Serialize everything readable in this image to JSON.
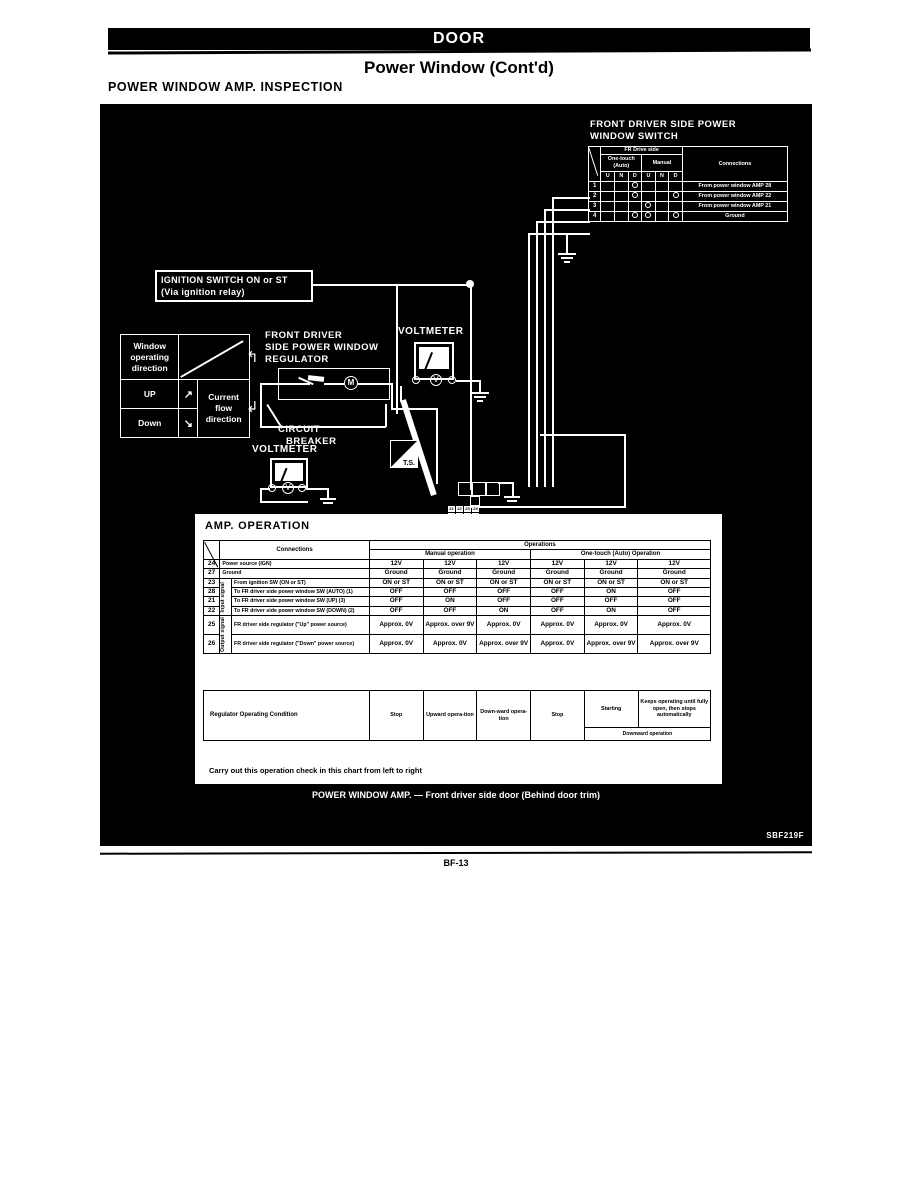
{
  "header": {
    "running_head": "DOOR",
    "subtitle": "Power Window (Cont'd)",
    "section_title": "POWER WINDOW AMP. INSPECTION"
  },
  "switch_panel": {
    "title_line1": "FRONT DRIVER SIDE POWER",
    "title_line2": "WINDOW SWITCH",
    "group_header": "FR Drive side",
    "sub_headers": [
      "One-touch (Auto)",
      "Manual"
    ],
    "pos_headers": [
      "U",
      "N",
      "D",
      "U",
      "N",
      "D"
    ],
    "connections_header": "Connections",
    "rows": [
      {
        "terminal": "1",
        "marks": [
          false,
          false,
          true,
          false,
          false,
          false
        ],
        "connection": "From power window AMP 28"
      },
      {
        "terminal": "2",
        "marks": [
          false,
          false,
          true,
          false,
          false,
          true
        ],
        "connection": "From power window AMP 22"
      },
      {
        "terminal": "3",
        "marks": [
          false,
          false,
          false,
          true,
          false,
          false
        ],
        "connection": "From power window AMP 21"
      },
      {
        "terminal": "4",
        "marks": [
          false,
          false,
          true,
          true,
          false,
          true
        ],
        "connection": "Ground"
      }
    ]
  },
  "diagram": {
    "ignition_line1": "IGNITION SWITCH ON or ST",
    "ignition_line2": "(Via ignition relay)",
    "direction_table": {
      "header": "Window operating direction",
      "flow_label": "Current flow direction",
      "rows": [
        "UP",
        "Down"
      ]
    },
    "regulator_label_line1": "FRONT DRIVER",
    "regulator_label_line2": "SIDE POWER WINDOW",
    "regulator_label_line3": "REGULATOR",
    "circuit_breaker_line1": "CIRCUIT",
    "circuit_breaker_line2": "BREAKER",
    "voltmeter_top": "VOLTMETER",
    "voltmeter_bottom": "VOLTMETER",
    "motor_symbol": "M",
    "ts_label": "T.S.",
    "plus": "+",
    "minus": "−"
  },
  "amp_table": {
    "title": "AMP. OPERATION",
    "connections_header": "Connections",
    "operations_header": "Operations",
    "manual_header": "Manual operation",
    "auto_header": "One-touch (Auto) Operation",
    "input_group": "Input signal",
    "output_group": "Output signal",
    "rows": [
      {
        "pin": "24",
        "name": "Power source (IGN)",
        "values": [
          "12V",
          "12V",
          "12V",
          "12V",
          "12V",
          "12V"
        ]
      },
      {
        "pin": "27",
        "name": "Ground",
        "values": [
          "Ground",
          "Ground",
          "Ground",
          "Ground",
          "Ground",
          "Ground"
        ]
      },
      {
        "pin": "23",
        "name": "From ignition SW (ON or ST)",
        "values": [
          "ON or ST",
          "ON or ST",
          "ON or ST",
          "ON or ST",
          "ON or ST",
          "ON or ST"
        ]
      },
      {
        "pin": "28",
        "name": "To FR driver side power window SW (AUTO) (1)",
        "values": [
          "OFF",
          "OFF",
          "OFF",
          "OFF",
          "ON",
          "OFF"
        ]
      },
      {
        "pin": "21",
        "name": "To FR driver side power window SW (UP) (3)",
        "values": [
          "OFF",
          "ON",
          "OFF",
          "OFF",
          "OFF",
          "OFF"
        ]
      },
      {
        "pin": "22",
        "name": "To FR driver side power window SW (DOWN) (2)",
        "values": [
          "OFF",
          "OFF",
          "ON",
          "OFF",
          "ON",
          "OFF"
        ]
      },
      {
        "pin": "25",
        "name": "FR driver side regulator (\"Up\" power source)",
        "values": [
          "Approx. 0V",
          "Approx. over 9V",
          "Approx. 0V",
          "Approx. 0V",
          "Approx. 0V",
          "Approx. 0V"
        ]
      },
      {
        "pin": "26",
        "name": "FR driver side regulator (\"Down\" power source)",
        "values": [
          "Approx. 0V",
          "Approx. 0V",
          "Approx. over 9V",
          "Approx. 0V",
          "Approx. over 9V",
          "Approx. over 9V"
        ]
      }
    ]
  },
  "regulator_condition": {
    "label": "Regulator Operating Condition",
    "cells": [
      "Stop",
      "Upward opera-tion",
      "Down-ward opera-tion",
      "Stop",
      "Starting",
      "Keeps operating until fully open, then stops automatically"
    ],
    "span_note": "Downward operation"
  },
  "notes": {
    "chart_note": "Carry out this operation check in this chart from left to right",
    "caption": "POWER WINDOW AMP. — Front driver side door (Behind door trim)",
    "figure_code": "SBF219F",
    "page_number": "BF-13"
  }
}
